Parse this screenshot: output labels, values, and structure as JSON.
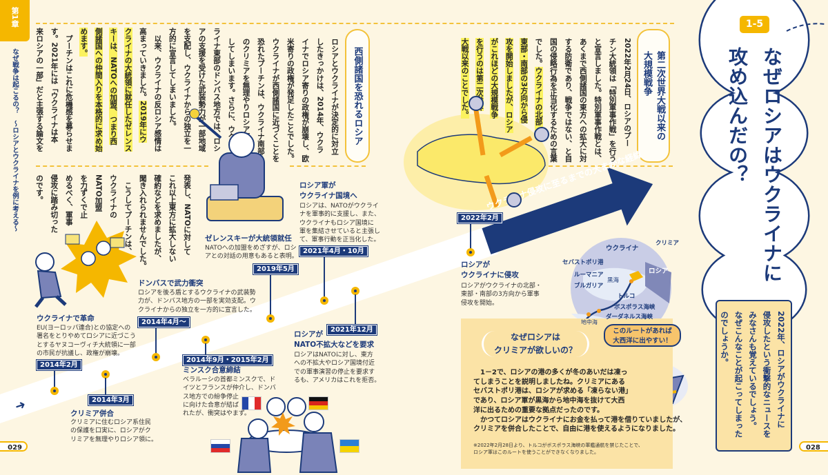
{
  "chapter": {
    "tab_label": "第1章",
    "subtitle": "なぜ戦争は起こるの？　～ロシアとウクライナを例に考える～"
  },
  "title": {
    "badge": "1-5",
    "line1": "なぜロシアはウクライナに",
    "line2": "攻め込んだの？"
  },
  "intro": {
    "columns": [
      "2022年、ロシアがウクライナに",
      "侵攻したという衝撃的なニュースを",
      "みなさんも覚えているでしょう。",
      "なぜこんなことが起こってしまった",
      "のでしょうか。"
    ]
  },
  "section_ww2": {
    "heading": [
      "第二次世界大戦以来の",
      "大規模戦争"
    ],
    "columns": [
      "2022年2月24日、ロシアのプー",
      "チン大統領は「特別軍事作戦」を行う",
      "と宣言しました。特別軍事作戦とは、",
      "あくまで西側諸国の東方への拡大に対",
      "する防衛であり、戦争ではない、と自",
      "国の侵略行為を正当化するための言葉",
      [
        "でした。",
        "ウクライナの北部・"
      ],
      [
        "",
        "東部・南部の3方向から侵"
      ],
      [
        "",
        "攻を開始しましたが、ロシア"
      ],
      [
        "",
        "がこれほどの大規模戦争"
      ],
      [
        "",
        "を行うのは第二次世界"
      ],
      [
        "",
        "大戦以来のことでした。"
      ]
    ]
  },
  "section_west": {
    "heading": [
      "西側諸国を恐れるロシア"
    ],
    "columns": [
      "ロシアとウクライナが決定的に対立",
      "したきっかけは、2014年、ウクラ",
      "イナでロシア寄りの政権が崩壊し、欧",
      "米寄りの政権が発足したことでした。",
      "ウクライナが西側諸国に近づくことを",
      "恐れたプーチンは、ウクライナ南部",
      "のクリミアを無理やりロシア領に",
      "してしまいます。さらに、ウク"
    ],
    "columns_cont": [
      "ライナ東部のドンバス地方では、ロシ",
      "アの支援を受けた武装勢力が一部地域",
      "を支配し、ウクライナからの独立を一",
      "方的に宣言してしまいました。",
      "　以来、ウクライナの反ロシア感情は",
      [
        "高まっていきました。",
        "2019年にウ"
      ],
      [
        "",
        "クライナの大統領に就任したゼレンス"
      ],
      [
        "",
        "キーは、NATOへの加盟、つまり西"
      ],
      [
        "",
        "側諸国への仲間入りを本格的に求め始"
      ],
      [
        "",
        "めます。"
      ],
      "　プーチンはこれに危機感を募らせま",
      "す。2021年には「ウクライナは本",
      "来ロシアの一部」だと主張する論文を"
    ],
    "columns_lower": [
      "発表し、NATOに対して",
      "これ以上東方に拡大しない",
      "確約などを求めましたが、",
      "聞き入れられませんでした。",
      "　こうしてプーチンは、",
      "ウクライナの",
      "NATO加盟",
      "を力ずくで止",
      "めるべく、軍事",
      "侵攻に踏み切った",
      "のです。"
    ]
  },
  "timeline": {
    "arrow_label": "ウクライナ侵攻に至るまでの大まかな経緯",
    "events": [
      {
        "date": "2014年2月",
        "title": [
          "ウクライナで革命"
        ],
        "desc": [
          "EU(ヨーロッパ連合)との協定への",
          "署名をとりやめてロシアに近づこう",
          "とするヤヌコーヴィチ大統領に一部",
          "の市民が抗議し、政権が崩壊。"
        ]
      },
      {
        "date": "2014年3月",
        "title": [
          "クリミア併合"
        ],
        "desc": [
          "クリミアに住むロシア系住民",
          "の保護を口実に、ロシアがク",
          "リミアを無理やりロシア領に。"
        ]
      },
      {
        "date": "2014年4月～",
        "title": [
          "ドンバスで武力衝突"
        ],
        "desc": [
          "ロシアを後ろ盾とするウクライナの武装勢",
          "力が、ドンバス地方の一部を実効支配。ウ",
          "クライナからの独立を一方的に宣言した。"
        ]
      },
      {
        "date": "2014年9月・2015年2月",
        "title": [
          "ミンスク合意締結"
        ],
        "desc": [
          "ベラルーシの首都ミンスクで、ド",
          "イツとフランスが仲介し、ドンバ",
          "ス地方での紛争停止",
          "に向けた合意が結ば",
          "れたが、衝突はやまず。"
        ]
      },
      {
        "date": "2019年5月",
        "title": [
          "ゼレンスキーが大統領就任"
        ],
        "desc": [
          "NATOへの加盟をめざすが、ロシ",
          "アとの対話の用意もあると表明。"
        ]
      },
      {
        "date": "2021年4月・10月",
        "title": [
          "ロシア軍が",
          "ウクライナ国境へ"
        ],
        "desc": [
          "ロシアは、NATOがウクライ",
          "ナを軍事的に支援し、また、",
          "ウクライナもロシア国境に",
          "軍を集結させていると主張し",
          "て、軍事行動を正当化した。"
        ]
      },
      {
        "date": "2021年12月",
        "title": [
          "ロシアが",
          "NATO不拡大などを要求"
        ],
        "desc": [
          "ロシアはNATOに対し、東方",
          "への不拡大やロシア国境付近",
          "での軍事演習の停止を要求す",
          "るも、アメリカはこれを拒否。"
        ]
      },
      {
        "date": "2022年2月",
        "title": [
          "ロシアが",
          "ウクライナに侵攻"
        ],
        "desc": [
          "ロシアがウクライナの北部・",
          "東部・南部の3方向から軍事",
          "侵攻を開始。"
        ]
      }
    ]
  },
  "map": {
    "labels": {
      "ukraine": "ウクライナ",
      "crimea": "クリミア",
      "sevastopol": "セバストポリ港",
      "russia": "ロシア",
      "romania": "ルーマニア",
      "bulgaria": "ブルガリア",
      "black_sea": "黒海",
      "turkey": "トルコ",
      "bosporus": "ボスポラス海峡",
      "dardanelles": "ダーダネルス海峡",
      "mediterranean": "地中海"
    },
    "callout": [
      "このルートがあれば",
      "大西洋に出やすい！"
    ]
  },
  "crimea_box": {
    "title": [
      "なぜロシアは",
      "クリミアが欲しいの？"
    ],
    "body": [
      "　1－2で、ロシアの港の多くが冬のあいだは凍っ",
      "てしまうことを説明しましたね。クリミアにある",
      "セバストポリ港は、ロシアが求める「凍らない港」",
      "であり、ロシア軍が黒海から地中海を抜けて大西",
      "洋に出るための重要な拠点だったのです。",
      "　かつてロシアはウクライナにお金を払って港を借りていましたが、",
      "クリミアを併合したことで、自由に港を使えるようになりました。"
    ],
    "footnote": [
      "※2022年2月28日より、トルコがボスポラス海峡の軍艦通航を禁じたことで、",
      "ロシア軍はこのルートを使うことができなくなりました。"
    ]
  },
  "page_numbers": {
    "left": "029",
    "right": "028"
  },
  "colors": {
    "navy": "#1c3a7a",
    "yellow": "#f5b700",
    "highlight": "#fbf25f",
    "background": "#fdf6e2"
  }
}
